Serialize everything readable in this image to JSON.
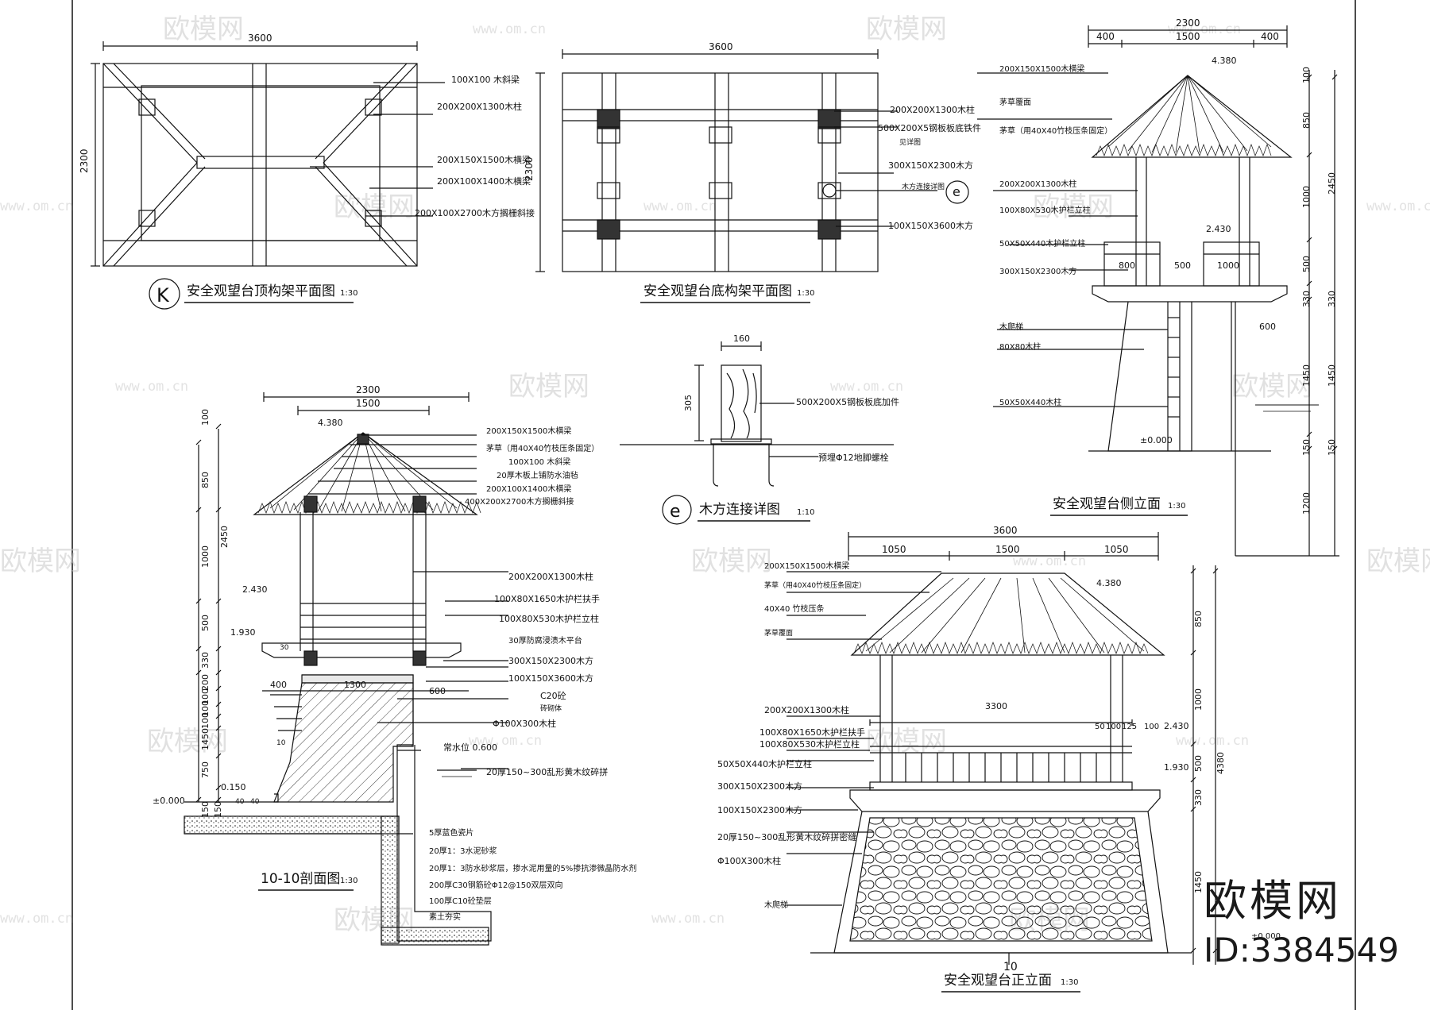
{
  "watermark": {
    "site": "欧模网",
    "url": "www.om.cn"
  },
  "brand": {
    "name": "欧模网",
    "id": "ID:3384549"
  },
  "roof_plan": {
    "callout": "K",
    "title": "安全观望台顶构架平面图",
    "scale": "1:30",
    "dim_width": "3600",
    "dim_height": "2300",
    "labels": [
      "100X100 木斜梁",
      "200X200X1300木柱",
      "200X150X1500木横梁",
      "200X100X1400木横梁",
      "200X100X2700木方搁栅斜接"
    ]
  },
  "base_plan": {
    "title": "安全观望台底构架平面图",
    "scale": "1:30",
    "dim_width": "3600",
    "dim_height": "2300",
    "labels": [
      "200X200X1300木柱",
      "500X200X5钢板板底铁件",
      "见详图",
      "300X150X2300木方",
      "木方连接详图",
      "100X150X3600木方"
    ],
    "ref": "e"
  },
  "detail": {
    "callout": "e",
    "title": "木方连接详图",
    "scale": "1:10",
    "dim_top": "160",
    "dim_side": "305",
    "labels": [
      "500X200X5钢板板底加件",
      "预埋Φ12地脚螺栓"
    ]
  },
  "side_elev": {
    "title": "安全观望台侧立面",
    "scale": "1:30",
    "dims_top": [
      "2300",
      "400",
      "1500",
      "400"
    ],
    "dims_right": [
      "100",
      "850",
      "1000",
      "500",
      "330",
      "1450",
      "150",
      "1200"
    ],
    "dim_total": "2450",
    "dims_inner": [
      "800",
      "500",
      "1000",
      "600"
    ],
    "levels": [
      "4.380",
      "2.430",
      "±0.000"
    ],
    "labels": [
      "200X150X1500木横梁",
      "茅草覆面",
      "茅草（用40X40竹枝压条固定）",
      "200X200X1300木柱",
      "100X80X530木护栏立柱",
      "50X50X440木护栏立柱",
      "300X150X2300木方",
      "木爬梯",
      "80X80木柱",
      "50X50X440木柱"
    ]
  },
  "section": {
    "title": "10-10剖面图",
    "scale": "1:30",
    "dims_top": [
      "2300",
      "1500"
    ],
    "dims_left": [
      "100",
      "850",
      "1000",
      "500",
      "330",
      "200",
      "100",
      "100",
      "100",
      "1450",
      "750",
      "150",
      "150"
    ],
    "dim_total": "2450",
    "dims_inner": [
      "400",
      "1300",
      "600",
      "30",
      "10",
      "40",
      "40"
    ],
    "levels": [
      "4.380",
      "2.430",
      "1.930",
      "0.150",
      "±0.000"
    ],
    "water": "常水位 0.600",
    "labels": [
      "200X150X1500木横梁",
      "茅草（用40X40竹枝压条固定）",
      "100X100 木斜梁",
      "20厚木板上铺防水油毡",
      "200X100X1400木横梁",
      "400X200X2700木方搁栅斜接",
      "200X200X1300木柱",
      "100X80X1650木护栏扶手",
      "100X80X530木护栏立柱",
      "30厚防腐浸渍木平台",
      "300X150X2300木方",
      "100X150X3600木方",
      "C20砼",
      "砖砌体",
      "Φ100X300木柱",
      "20厚150~300乱形黄木纹碎拼"
    ],
    "layers": [
      "5厚蓝色瓷片",
      "20厚1：3水泥砂浆",
      "20厚1：3防水砂浆层，掺水泥用量的5%掺抗渗微晶防水剂",
      "200厚C30钢筋砼Φ12@150双层双向",
      "100厚C10砼垫层",
      "素土夯实"
    ]
  },
  "front_elev": {
    "title": "安全观望台正立面",
    "scale": "1:30",
    "dims_top": [
      "3600",
      "1050",
      "1500",
      "1050"
    ],
    "dims_right": [
      "850",
      "1000",
      "500",
      "330",
      "1450"
    ],
    "dim_total": "4380",
    "dims_inner": [
      "3300",
      "50",
      "100",
      "125",
      "100"
    ],
    "levels": [
      "4.380",
      "2.430",
      "1.930",
      "±0.000"
    ],
    "section_mark": "10",
    "labels": [
      "200X150X1500木横梁",
      "茅草（用40X40竹枝压条固定）",
      "40X40 竹枝压条",
      "茅草覆面",
      "200X200X1300木柱",
      "100X80X1650木护栏扶手",
      "100X80X530木护栏立柱",
      "50X50X440木护栏立柱",
      "300X150X2300木方",
      "100X150X2300木方",
      "20厚150~300乱形黄木纹碎拼密缝",
      "Φ100X300木柱",
      "木爬梯"
    ]
  },
  "colors": {
    "line": "#111111",
    "watermark": "#c9c9c9"
  }
}
